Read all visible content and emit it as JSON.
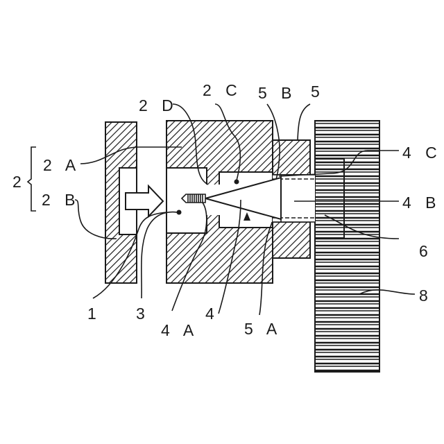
{
  "labels": {
    "n2": "2",
    "n2A": "2 A",
    "n2B": "2 B",
    "n2C": "2 C",
    "n2D": "2 D",
    "n5B": "5 B",
    "n5": "5",
    "n4C": "4 C",
    "n4B": "4 B",
    "n6": "6",
    "n8": "8",
    "n1": "1",
    "n3": "3",
    "n4A": "4 A",
    "n4": "4",
    "n5A": "5 A"
  }
}
